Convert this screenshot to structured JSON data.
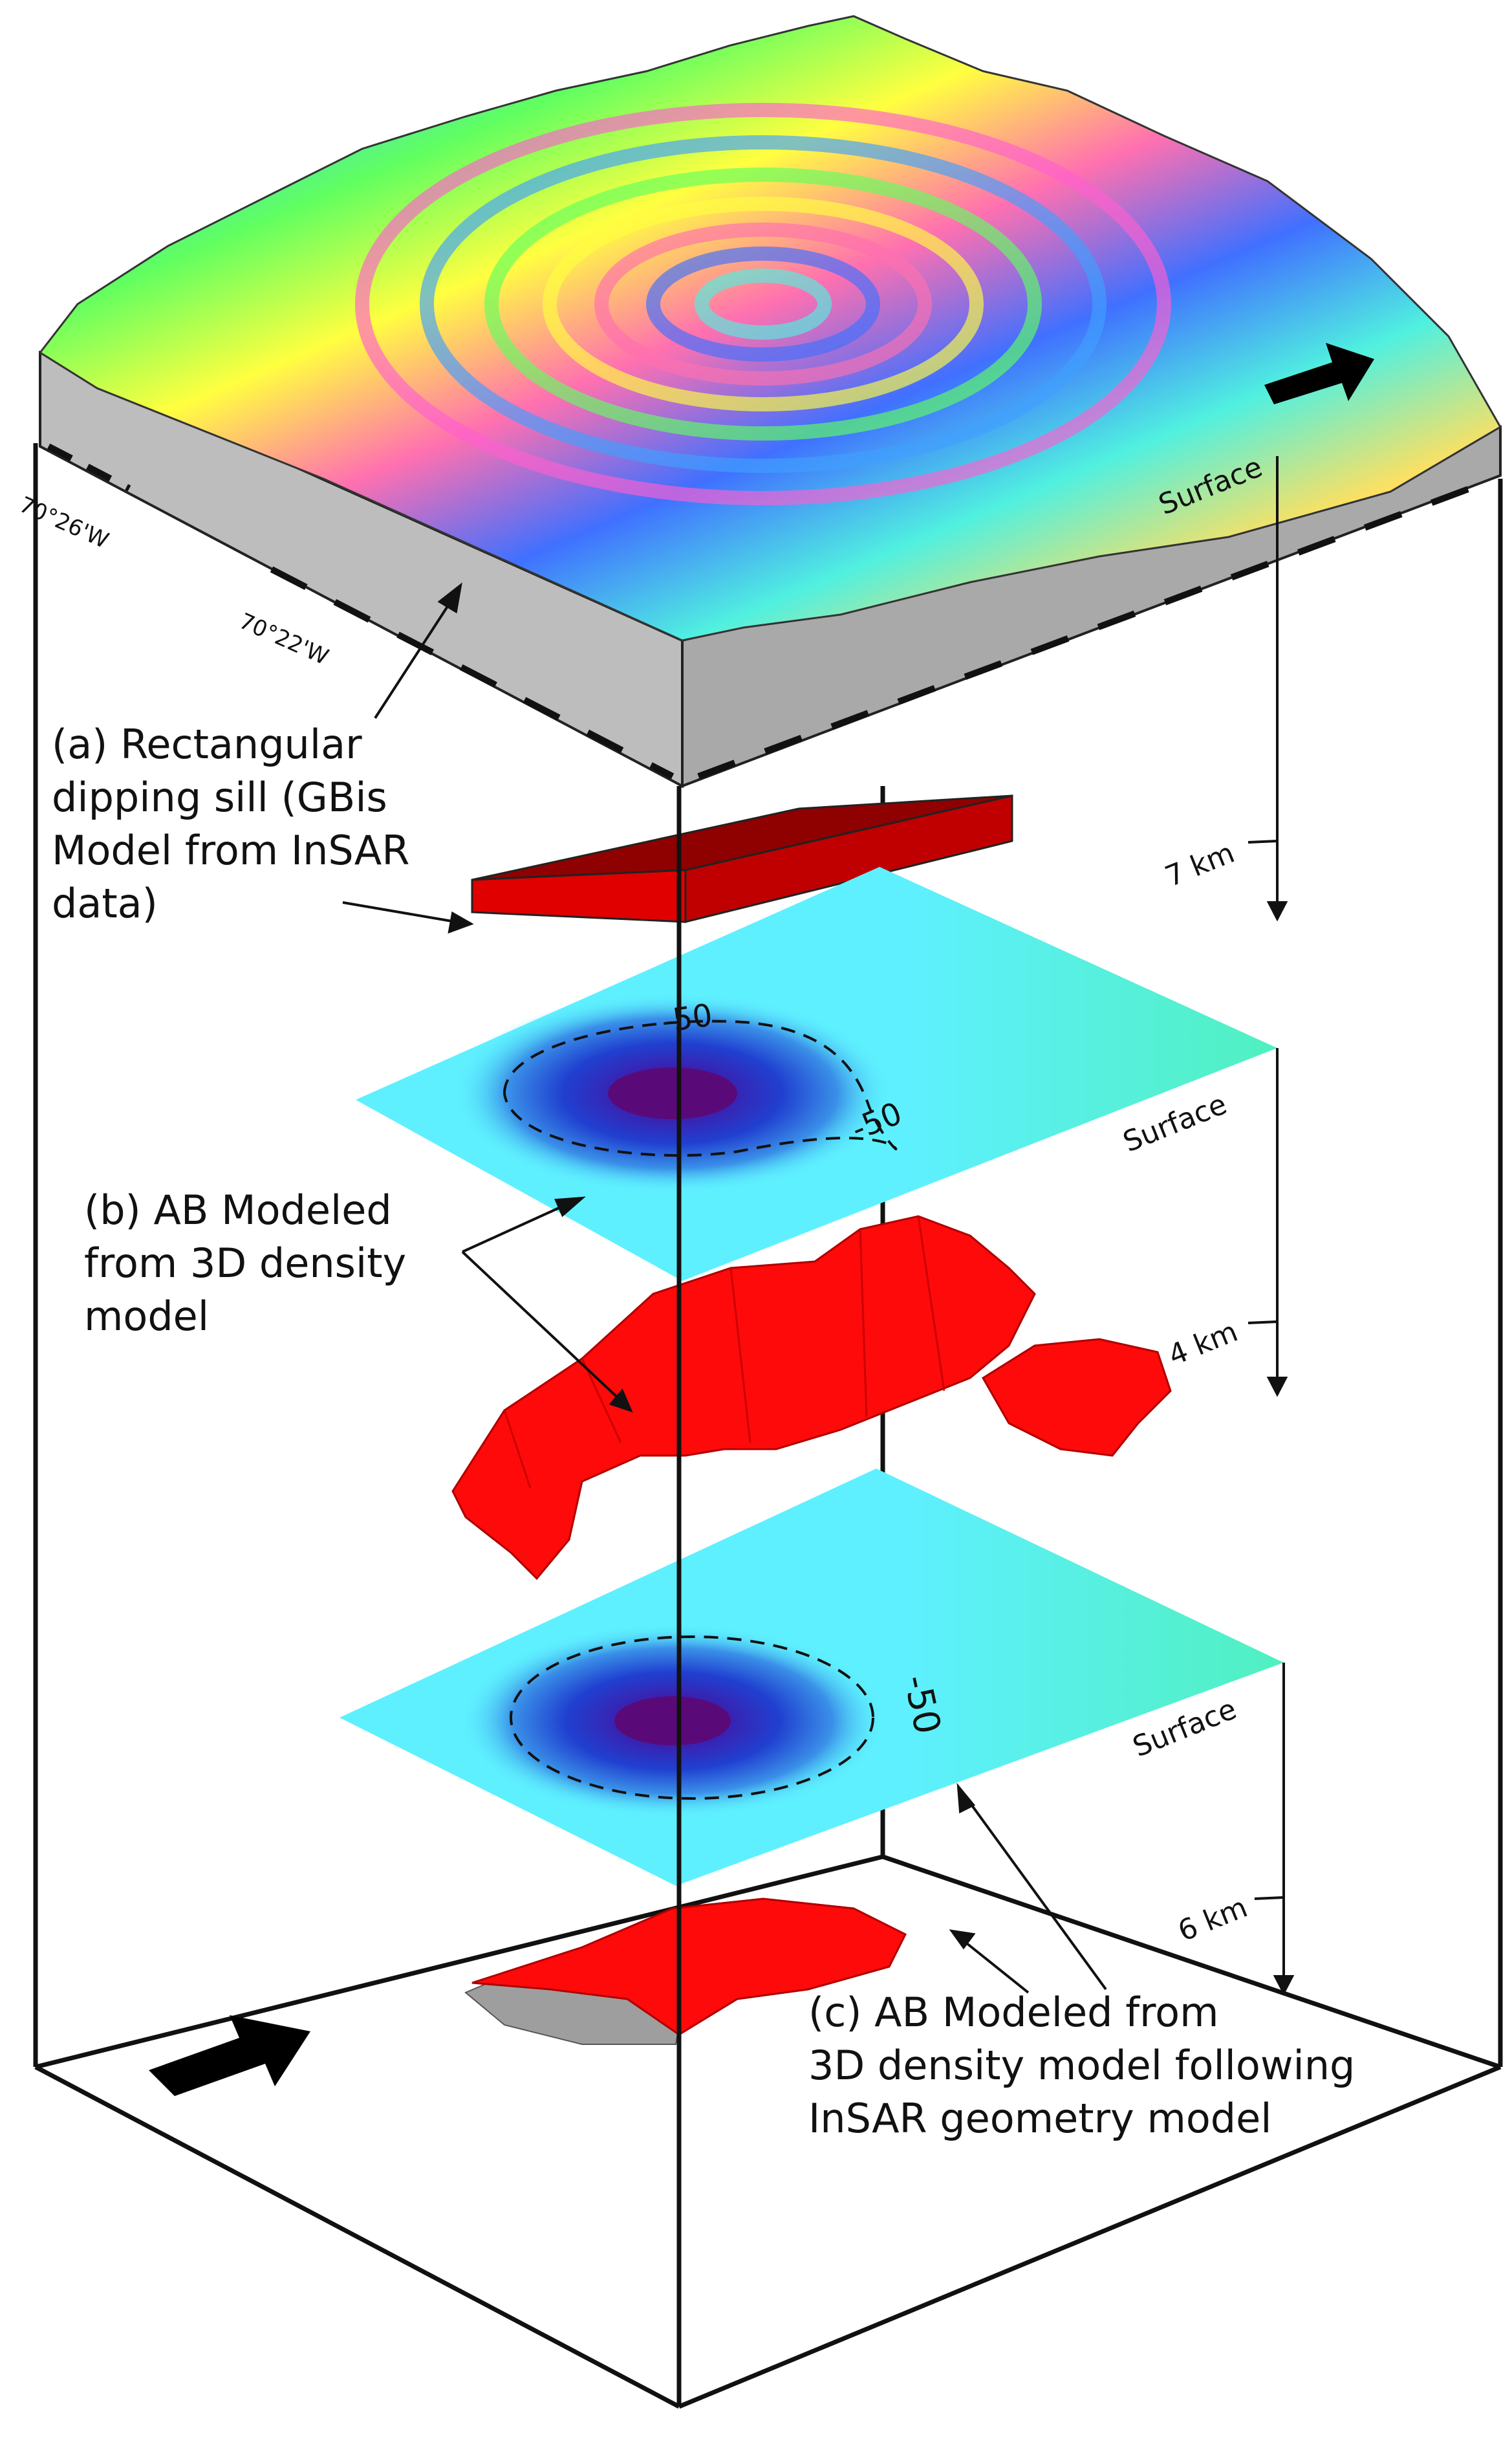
{
  "annotations": {
    "sill_caption": "(a) Rectangular\ndipping sill (GBis\nModel from InSAR\ndata)",
    "ab_density_caption": "(b) AB Modeled\nfrom 3D density\nmodel",
    "ab_insar_caption": "(c) AB Modeled from\n3D density model following\nInSAR geometry model"
  },
  "coordinates": {
    "lon_left": "70°26'W",
    "lon_right": "70°22'W"
  },
  "labels": {
    "surface_top": "Surface",
    "surface_mid": "Surface",
    "surface_bottom": "Surface"
  },
  "depths": {
    "first": "7 km",
    "second": "4 km",
    "third": "6 km"
  },
  "contours": {
    "upper_a": "-50",
    "upper_b": "-50",
    "lower": "-50"
  },
  "colors": {
    "sill_red": "#d80000",
    "body_red": "#ff0a0a",
    "body_shadow": "#9e9e9e",
    "terrain_wall": "#bfbfbf",
    "plane_cyan": "#5ef0ff",
    "plane_green": "#50f0c0",
    "anomaly_center": "#5a0a78",
    "anomaly_blue": "#2030c0",
    "frame": "#111111"
  }
}
